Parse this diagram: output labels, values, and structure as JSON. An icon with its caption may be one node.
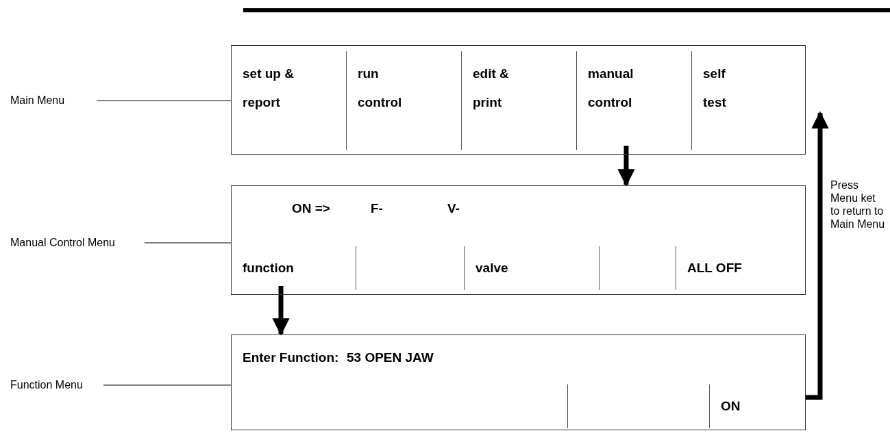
{
  "diagram": {
    "nodes": [
      {
        "text": [
          "Main Menu"
        ]
      },
      {
        "text": [],
        "shape": "box"
      },
      {
        "text": [
          "set up & report"
        ],
        "in": 1
      },
      {
        "text": [
          "run control"
        ],
        "in": 1
      },
      {
        "text": [
          "edit & print"
        ],
        "in": 1
      },
      {
        "text": [
          "manual control"
        ],
        "in": 1
      },
      {
        "text": [
          "self test"
        ],
        "in": 1
      },
      {
        "text": [
          "Manual Control Menu"
        ]
      },
      {
        "text": [],
        "shape": "box"
      },
      {
        "text": [
          "ON =>",
          "F-",
          "V-"
        ],
        "in": 8
      },
      {
        "text": [
          "function"
        ],
        "in": 8
      },
      {
        "text": [],
        "shape": "box",
        "in": 8
      },
      {
        "text": [
          "valve"
        ],
        "in": 8
      },
      {
        "text": [],
        "shape": "box",
        "in": 8
      },
      {
        "text": [
          "ALL OFF"
        ],
        "in": 8
      },
      {
        "text": [
          "Function Menu"
        ]
      },
      {
        "text": [],
        "shape": "box"
      },
      {
        "text": [
          "Enter Function:",
          "53 OPEN JAW"
        ],
        "in": 16
      },
      {
        "text": [],
        "shape": "box",
        "in": 16
      },
      {
        "text": [],
        "shape": "box",
        "in": 16
      },
      {
        "text": [
          "ON"
        ],
        "in": 16
      }
    ],
    "edges": [
      {
        "from": 0,
        "to": 1,
        "arrow": "none"
      },
      {
        "from": 7,
        "to": 8,
        "arrow": "none"
      },
      {
        "from": 15,
        "to": 16,
        "arrow": "none"
      },
      {
        "from": 5,
        "to": 8,
        "arrow": "to",
        "style": "thick"
      },
      {
        "from": 10,
        "to": 16,
        "arrow": "to",
        "style": "thick"
      },
      {
        "from": 16,
        "to": 1,
        "arrow": "to",
        "style": "thick",
        "label": "Press Menu ket to return to Main Menu"
      }
    ]
  }
}
